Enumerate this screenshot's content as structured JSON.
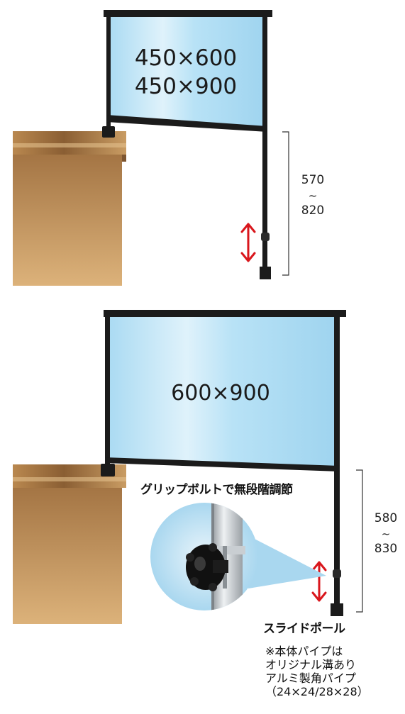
{
  "top_panel": {
    "sizes": [
      "450×600",
      "450×900"
    ],
    "height_range": {
      "min": "570",
      "sep": "~",
      "max": "820"
    }
  },
  "bottom_panel": {
    "size": "600×900",
    "height_range": {
      "min": "580",
      "sep": "~",
      "max": "830"
    }
  },
  "captions": {
    "grip_bolt": "グリップボルトで無段階調節",
    "slide_pole": "スライドポール"
  },
  "note": {
    "lines": [
      "※本体パイプは",
      "  オリジナル溝あり",
      "  アルミ製角パイプ",
      "（24×24/28×28）"
    ]
  },
  "colors": {
    "frame": "#1b1b1b",
    "panel": "#bfe4f6",
    "desk": "#c49a62",
    "arrow": "#d9161c"
  }
}
